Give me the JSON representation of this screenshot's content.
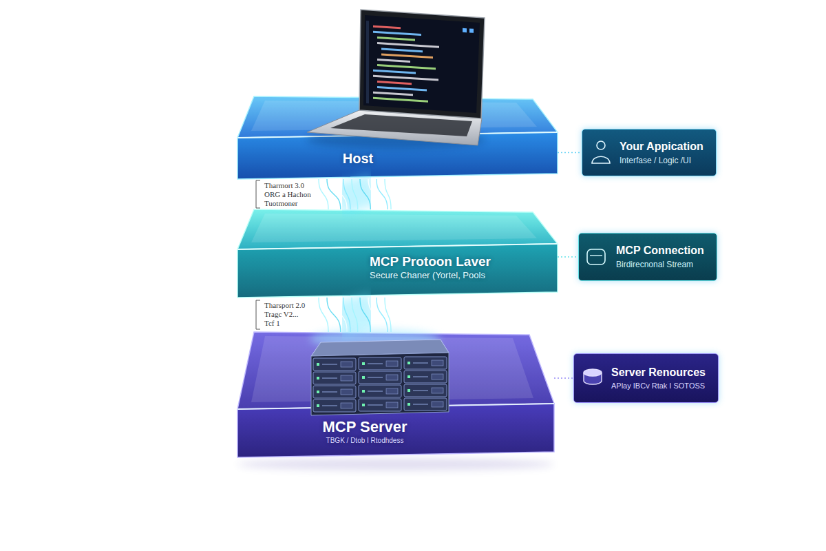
{
  "diagram": {
    "nodes": [
      {
        "text": [
          "Host"
        ]
      },
      {
        "text": [
          "Your Appication",
          "Interfase / Logic /UI"
        ]
      },
      {
        "text": [
          "MCP Protoon Laver",
          "Secure Chaner (Yortel, Pools"
        ]
      },
      {
        "text": [
          "MCP Connection",
          "Birdirecnonal Stream"
        ]
      },
      {
        "text": [
          "MCP Server",
          "TBGK / Dtob I Rtodhdess"
        ]
      },
      {
        "text": [
          "Server Renources",
          "APlay IBCv Rtak I SOTOSS"
        ]
      }
    ],
    "edges": [
      {
        "from": 0,
        "to": 1,
        "arrow": "none"
      },
      {
        "from": 0,
        "to": 2,
        "arrow": "none"
      },
      {
        "from": 2,
        "to": 3,
        "arrow": "none"
      },
      {
        "from": 2,
        "to": 4,
        "arrow": "none"
      },
      {
        "from": 4,
        "to": 5,
        "arrow": "none"
      }
    ],
    "labels": [
      "Tharmort 3.0 ORG a Hachon Tuotmoner",
      "Tharsport 2.0 Tragc V2... Tcf 1"
    ]
  }
}
